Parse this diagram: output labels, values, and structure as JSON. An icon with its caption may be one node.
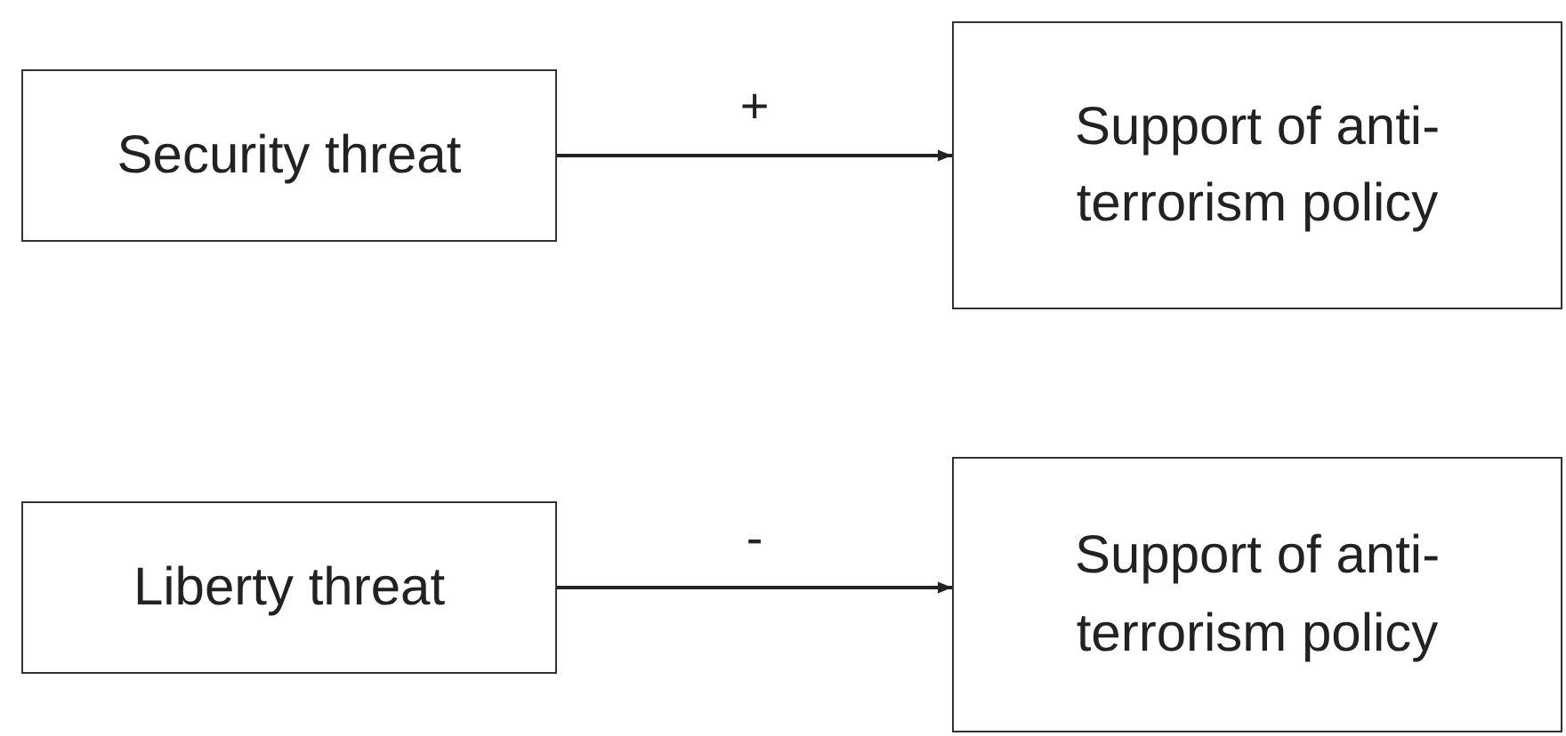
{
  "diagram": {
    "nodes": [
      {
        "text": [
          "Security threat"
        ]
      },
      {
        "text": [
          "Support of anti-terrorism policy"
        ]
      },
      {
        "text": [
          "Liberty threat"
        ]
      },
      {
        "text": [
          "Support of anti-terrorism policy"
        ]
      }
    ],
    "edges": [
      {
        "from": 0,
        "to": 1,
        "arrow": "to",
        "label": "+"
      },
      {
        "from": 2,
        "to": 3,
        "arrow": "to",
        "label": "-"
      }
    ]
  }
}
